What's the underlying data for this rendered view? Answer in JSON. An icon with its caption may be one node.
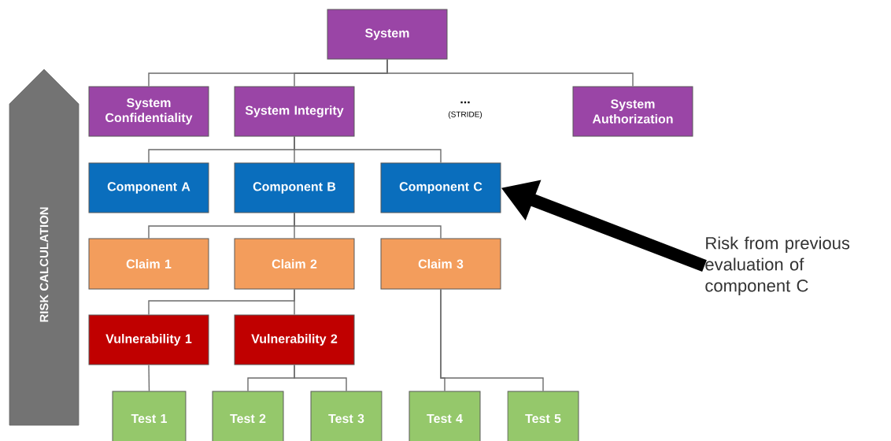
{
  "diagram": {
    "nodes": [
      {
        "text": [
          "System"
        ]
      },
      {
        "text": [
          "System Confidentiality"
        ]
      },
      {
        "text": [
          "System Integrity"
        ]
      },
      {
        "text": [
          "System Authorization"
        ]
      },
      {
        "text": [
          "Component A"
        ]
      },
      {
        "text": [
          "Component B"
        ]
      },
      {
        "text": [
          "Component C"
        ]
      },
      {
        "text": [
          "Claim 1"
        ]
      },
      {
        "text": [
          "Claim 2"
        ]
      },
      {
        "text": [
          "Claim 3"
        ]
      },
      {
        "text": [
          "Vulnerability 1"
        ]
      },
      {
        "text": [
          "Vulnerability 2"
        ]
      },
      {
        "text": [
          "Test 1"
        ]
      },
      {
        "text": [
          "Test 2"
        ]
      },
      {
        "text": [
          "Test 3"
        ]
      },
      {
        "text": [
          "Test 4"
        ]
      },
      {
        "text": [
          "Test 5"
        ]
      },
      {
        "text": [
          "RISK CALCULATION"
        ]
      },
      {
        "text": [
          "Risk from previous evaluation of component C"
        ]
      }
    ],
    "edges": [
      {
        "from": 0,
        "to": 1,
        "arrow": "none"
      },
      {
        "from": 0,
        "to": 2,
        "arrow": "none"
      },
      {
        "from": 0,
        "to": 3,
        "arrow": "none"
      },
      {
        "from": 2,
        "to": 4,
        "arrow": "none"
      },
      {
        "from": 2,
        "to": 5,
        "arrow": "none"
      },
      {
        "from": 2,
        "to": 6,
        "arrow": "none"
      },
      {
        "from": 5,
        "to": 7,
        "arrow": "none"
      },
      {
        "from": 5,
        "to": 8,
        "arrow": "none"
      },
      {
        "from": 5,
        "to": 9,
        "arrow": "none"
      },
      {
        "from": 8,
        "to": 10,
        "arrow": "none"
      },
      {
        "from": 8,
        "to": 11,
        "arrow": "none"
      },
      {
        "from": 10,
        "to": 12,
        "arrow": "none"
      },
      {
        "from": 11,
        "to": 13,
        "arrow": "none"
      },
      {
        "from": 11,
        "to": 14,
        "arrow": "none"
      },
      {
        "from": 9,
        "to": 15,
        "arrow": "none"
      },
      {
        "from": 9,
        "to": 16,
        "arrow": "none"
      },
      {
        "from": 18,
        "to": 6,
        "arrow": "to",
        "style": "thick",
        "color": "#000000"
      }
    ],
    "labels": [
      "...",
      "(STRIDE)"
    ]
  }
}
